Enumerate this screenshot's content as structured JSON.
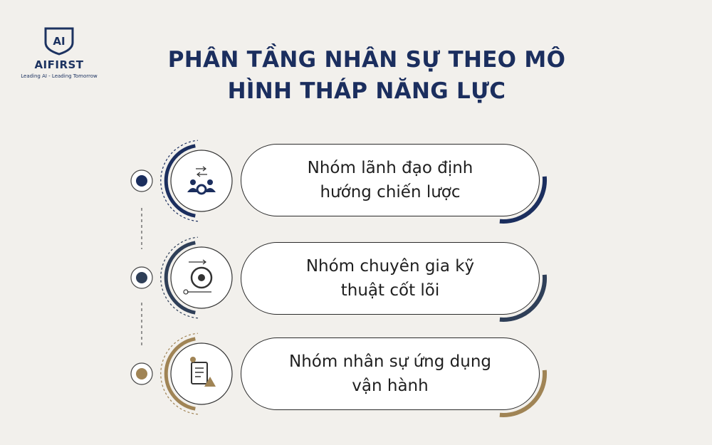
{
  "brand": {
    "logo_mark": "AI",
    "name": "AIFIRST",
    "tagline": "Leading AI - Leading Tomorrow"
  },
  "title": "PHÂN TẦNG NHÂN SỰ THEO MÔ HÌNH THÁP NĂNG LỰC",
  "tiers": [
    {
      "label": "Nhóm lãnh đạo định hướng chiến lược",
      "icon": "leadership-team-icon",
      "color": "#1b2e5e"
    },
    {
      "label": "Nhóm chuyên gia kỹ thuật cốt lõi",
      "icon": "process-gear-icon",
      "color": "#2f3f58"
    },
    {
      "label": "Nhóm nhân sự ứng dụng vận hành",
      "icon": "checklist-warning-icon",
      "color": "#a08455"
    }
  ],
  "colors": {
    "background": "#f2f0ec",
    "navy": "#1b2e5e",
    "slate": "#2f3f58",
    "gold": "#a08455"
  }
}
